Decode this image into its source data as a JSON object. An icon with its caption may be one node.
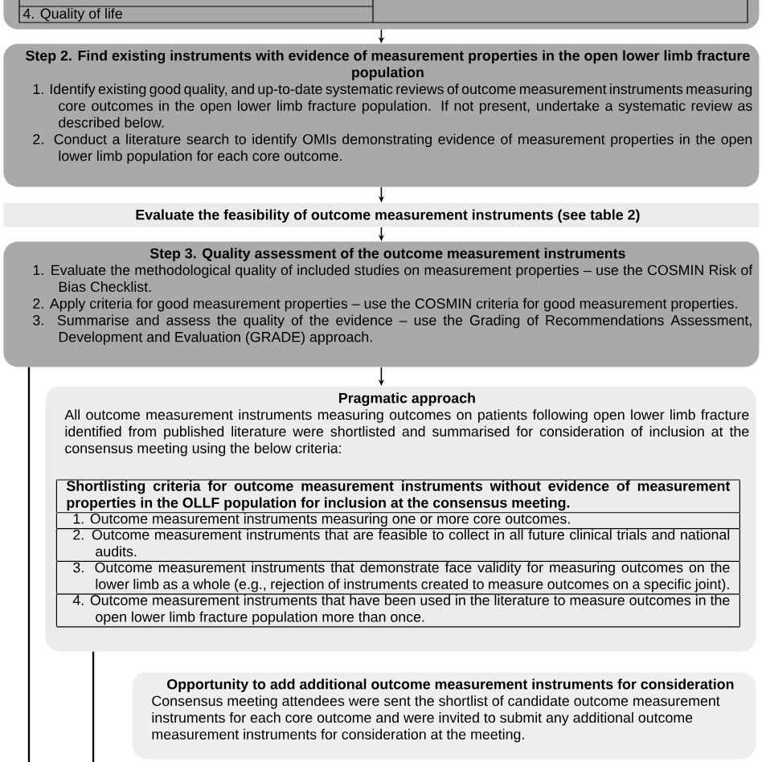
{
  "diagram": {
    "nodes": [
      {
        "text": [
          "4. Quality of life"
        ]
      },
      {
        "text": [
          "Step 2. Find existing instruments with evidence of measurement properties in the open lower limb fracture population",
          "1. Identify existing good quality, and up-to-date systematic reviews of outcome measurement instruments measuring core outcomes in the open lower limb fracture population. If not present, undertake a systematic review as described below.",
          "2. Conduct a literature search to identify OMIs demonstrating evidence of measurement properties in the open lower limb population for each core outcome."
        ]
      },
      {
        "text": [
          "Evaluate the feasibility of outcome measurement instruments (see table 2)"
        ]
      },
      {
        "text": [
          "Step 3. Quality assessment of the outcome measurement instruments",
          "1. Evaluate the methodological quality of included studies on measurement properties – use the COSMIN Risk of Bias Checklist.",
          "2. Apply criteria for good measurement properties – use the COSMIN criteria for good measurement properties.",
          "3. Summarise and assess the quality of the evidence – use the Grading of Recommendations Assessment, Development and Evaluation (GRADE) approach."
        ]
      },
      {
        "text": [
          "Pragmatic approach",
          "All outcome measurement instruments measuring outcomes on patients following open lower limb fracture identified from published literature were shortlisted and summarised for consideration of inclusion at the consensus meeting using the below criteria:"
        ]
      },
      {
        "text": [
          "Shortlisting criteria for outcome measurement instruments without evidence of measurement properties in the OLLF population for inclusion at the consensus meeting.",
          "1. Outcome measurement instruments measuring one or more core outcomes.",
          "2. Outcome measurement instruments that are feasible to collect in all future clinical trials and national audits.",
          "3. Outcome measurement instruments that demonstrate face validity for measuring outcomes on the lower limb as a whole (e.g., rejection of instruments created to measure outcomes on a specific joint).",
          "4. Outcome measurement instruments that have been used in the literature to measure outcomes in the open lower limb fracture population more than once."
        ],
        "in": 4
      },
      {
        "text": [
          "Opportunity to add additional outcome measurement instruments for consideration",
          "Consensus meeting attendees were sent the shortlist of candidate outcome measurement instruments for each core outcome and were invited to submit any additional outcome measurement instruments for consideration at the meeting."
        ]
      }
    ],
    "edges": [
      {
        "from": 0,
        "to": 1,
        "arrow": "to"
      },
      {
        "from": 1,
        "to": 2,
        "arrow": "to"
      },
      {
        "from": 2,
        "to": 3,
        "arrow": "to"
      },
      {
        "from": 3,
        "to": 4,
        "arrow": "to"
      },
      {
        "from": 3,
        "to": null,
        "arrow": "none"
      },
      {
        "from": 4,
        "to": null,
        "arrow": "none"
      }
    ]
  }
}
